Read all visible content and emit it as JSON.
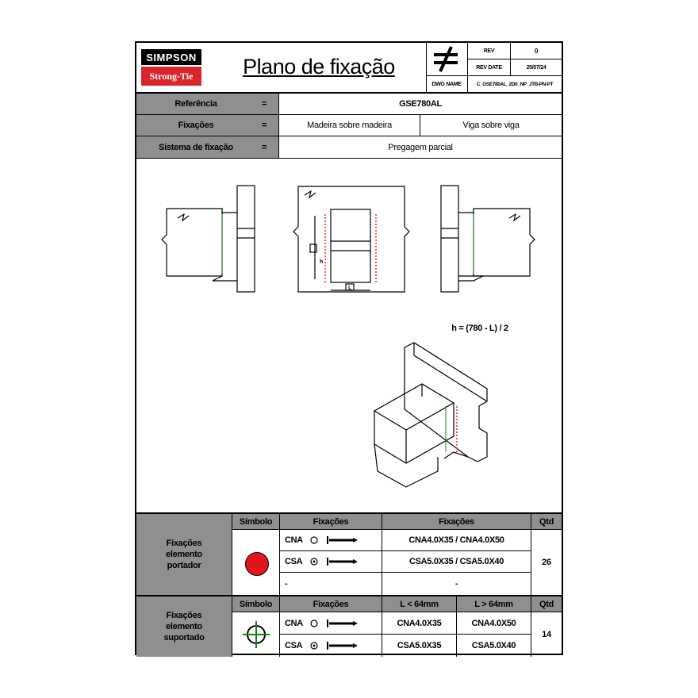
{
  "header": {
    "logo_top": "SIMPSON",
    "logo_bottom": "Strong-Tie",
    "title": "Plano de fixação",
    "rev_label": "REV",
    "rev_value": "0",
    "rev_date_label": "REV DATE",
    "rev_date_value": "25/07/24",
    "dwg_label": "DWG NAME",
    "dwg_value": "C_GSE780AL_2D0_NP_JTB-PN-PT"
  },
  "info": {
    "rows": [
      {
        "label": "Referência",
        "eq": "=",
        "value": "GSE780AL"
      },
      {
        "label": "Fixações",
        "eq": "=",
        "value_a": "Madeira sobre madeira",
        "value_b": "Viga sobre viga"
      },
      {
        "label": "Sistema de fixação",
        "eq": "=",
        "value": "Pregagem parcial"
      }
    ]
  },
  "drawing": {
    "dim_h": "h",
    "dim_L": "L",
    "formula": "h = (780 - L) / 2"
  },
  "table1": {
    "label": "Fixações elemento portador",
    "col_symbol": "Símbolo",
    "col_fix": "Fixações",
    "col_fix2": "Fixações",
    "col_qty": "Qtd",
    "rows": [
      {
        "code": "CNA",
        "value": "CNA4.0X35 / CNA4.0X50"
      },
      {
        "code": "CSA",
        "value": "CSA5.0X35 / CSA5.0X40"
      },
      {
        "code": "-",
        "value": "-"
      }
    ],
    "qty": "26",
    "symbol_color": "#e3151c"
  },
  "table2": {
    "label": "Fixações elemento suportado",
    "col_symbol": "Símbolo",
    "col_fix": "Fixações",
    "col_l_lt": "L < 64mm",
    "col_l_gt": "L > 64mm",
    "col_qty": "Qtd",
    "rows": [
      {
        "code": "CNA",
        "lt": "CNA4.0X35",
        "gt": "CNA4.0X50"
      },
      {
        "code": "CSA",
        "lt": "CSA5.0X35",
        "gt": "CSA5.0X40"
      }
    ],
    "qty": "14",
    "symbol_color": "#1a7d1a"
  }
}
